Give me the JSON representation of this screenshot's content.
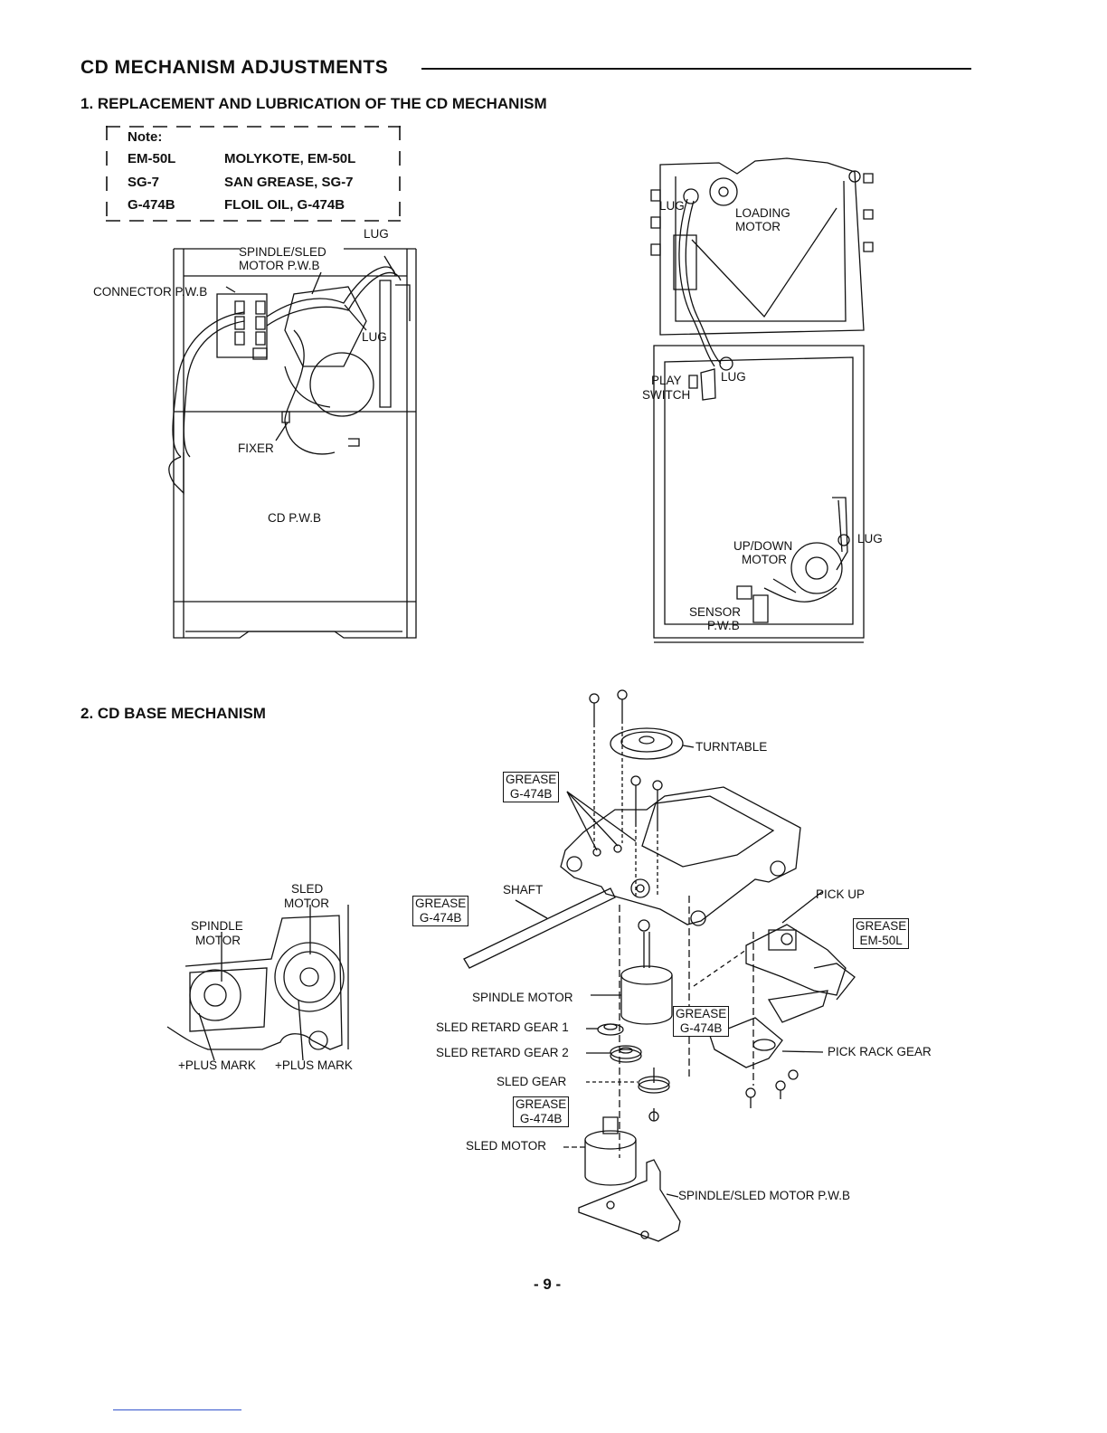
{
  "page": {
    "title": "CD MECHANISM ADJUSTMENTS",
    "page_number": "- 9 -"
  },
  "section1": {
    "heading": "1.  REPLACEMENT AND LUBRICATION OF THE CD MECHANISM",
    "note": {
      "heading": "Note:",
      "rows": [
        {
          "code": "EM-50L",
          "desc": "MOLYKOTE, EM-50L"
        },
        {
          "code": "SG-7",
          "desc": "SAN GREASE, SG-7"
        },
        {
          "code": "G-474B",
          "desc": "FLOIL OIL, G-474B"
        }
      ]
    },
    "left_labels": {
      "lug_top": "LUG",
      "spindle_sled_pwb_1": "SPINDLE/SLED",
      "spindle_sled_pwb_2": "MOTOR P.W.B",
      "connector_pwb": "CONNECTOR P.W.B",
      "lug_mid": "LUG",
      "fixer": "FIXER",
      "cd_pwb": "CD P.W.B"
    },
    "right_labels": {
      "lug_1": "LUG",
      "loading_motor_1": "LOADING",
      "loading_motor_2": "MOTOR",
      "play_switch_1": "PLAY",
      "play_switch_2": "SWITCH",
      "lug_2": "LUG",
      "updown_motor_1": "UP/DOWN",
      "updown_motor_2": "MOTOR",
      "lug_3": "LUG",
      "sensor_pwb_1": "SENSOR",
      "sensor_pwb_2": "P.W.B"
    }
  },
  "section2": {
    "heading": "2.  CD BASE MECHANISM",
    "small_labels": {
      "sled_motor_1": "SLED",
      "sled_motor_2": "MOTOR",
      "spindle_motor_1": "SPINDLE",
      "spindle_motor_2": "MOTOR",
      "plus_mark_1": "+PLUS MARK",
      "plus_mark_2": "+PLUS MARK"
    },
    "exploded_labels": {
      "turntable": "TURNTABLE",
      "grease_1a": "GREASE",
      "grease_1b": "G-474B",
      "shaft": "SHAFT",
      "grease_2a": "GREASE",
      "grease_2b": "G-474B",
      "pick_up": "PICK UP",
      "grease_3a": "GREASE",
      "grease_3b": "EM-50L",
      "spindle_motor": "SPINDLE MOTOR",
      "grease_4a": "GREASE",
      "grease_4b": "G-474B",
      "sled_retard_gear_1": "SLED RETARD GEAR 1",
      "sled_retard_gear_2": "SLED RETARD GEAR 2",
      "pick_rack_gear": "PICK RACK GEAR",
      "sled_gear": "SLED  GEAR",
      "grease_5a": "GREASE",
      "grease_5b": "G-474B",
      "sled_motor": "SLED MOTOR",
      "spindle_sled_pwb": "SPINDLE/SLED MOTOR P.W.B"
    }
  }
}
